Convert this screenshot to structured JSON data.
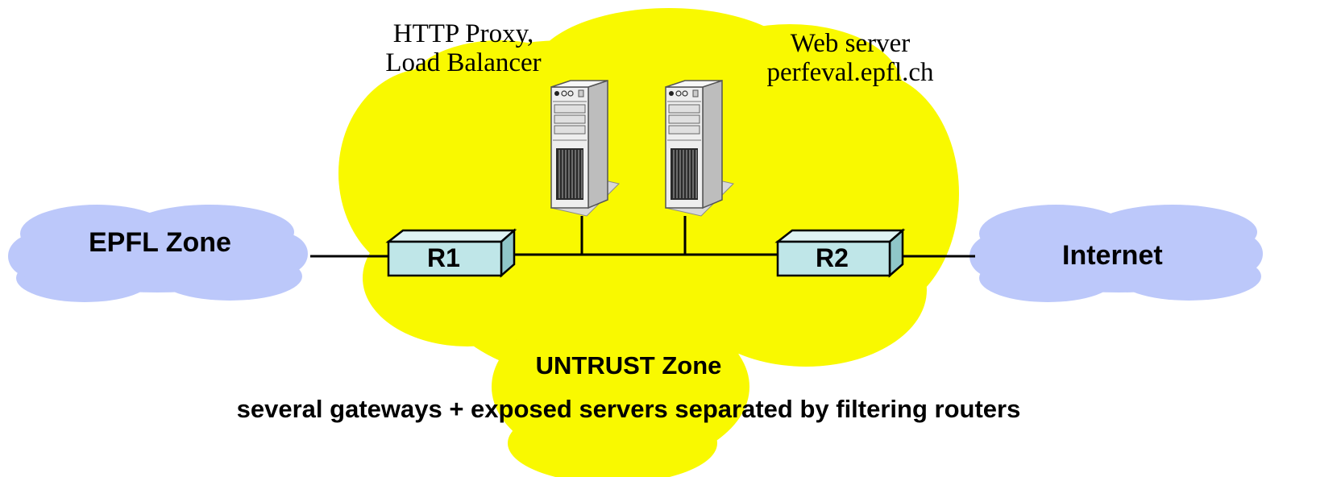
{
  "colors": {
    "untrust_cloud": "#f9f900",
    "zone_cloud": "#bcc8fa",
    "router_face": "#bfe6e8",
    "router_top": "#dff3f4",
    "router_side": "#8fc6c8",
    "server_body": "#e6e6e6",
    "line": "#000000"
  },
  "labels": {
    "proxy_line1": "HTTP Proxy,",
    "proxy_line2": "Load Balancer",
    "web_line1": "Web server",
    "web_line2": "perfeval.epfl.ch",
    "epfl_zone": "EPFL Zone",
    "internet": "Internet",
    "r1": "R1",
    "r2": "R2",
    "untrust_title": "UNTRUST Zone",
    "untrust_desc": "several gateways + exposed servers separated by filtering routers"
  },
  "icons": [
    "cloud-icon",
    "server-tower-icon",
    "router-icon"
  ]
}
